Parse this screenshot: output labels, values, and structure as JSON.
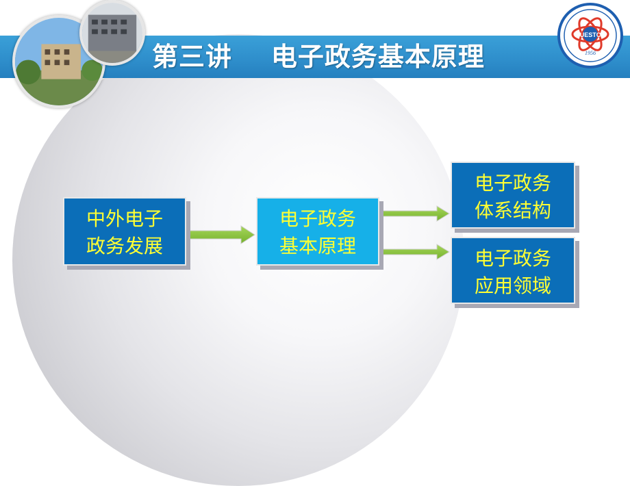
{
  "slide": {
    "title": "第三讲    电子政务基本原理"
  },
  "diagram": {
    "box1": {
      "line1": "中外电子",
      "line2": "政务发展"
    },
    "box2": {
      "line1": "电子政务",
      "line2": "基本原理"
    },
    "box3": {
      "line1": "电子政务",
      "line2": "体系结构"
    },
    "box4": {
      "line1": "电子政务",
      "line2": "应用领域"
    }
  },
  "logo": {
    "text": "UESTC",
    "year": "1956"
  },
  "colors": {
    "title_bar": "#2f8fcc",
    "box_dark": "#0b6eb8",
    "box_light": "#16b0e8",
    "box_text": "#ffff33",
    "arrow": "#8cc63f"
  },
  "icons": [
    "campus-photo-icon",
    "university-logo-icon",
    "arrow-icon"
  ]
}
